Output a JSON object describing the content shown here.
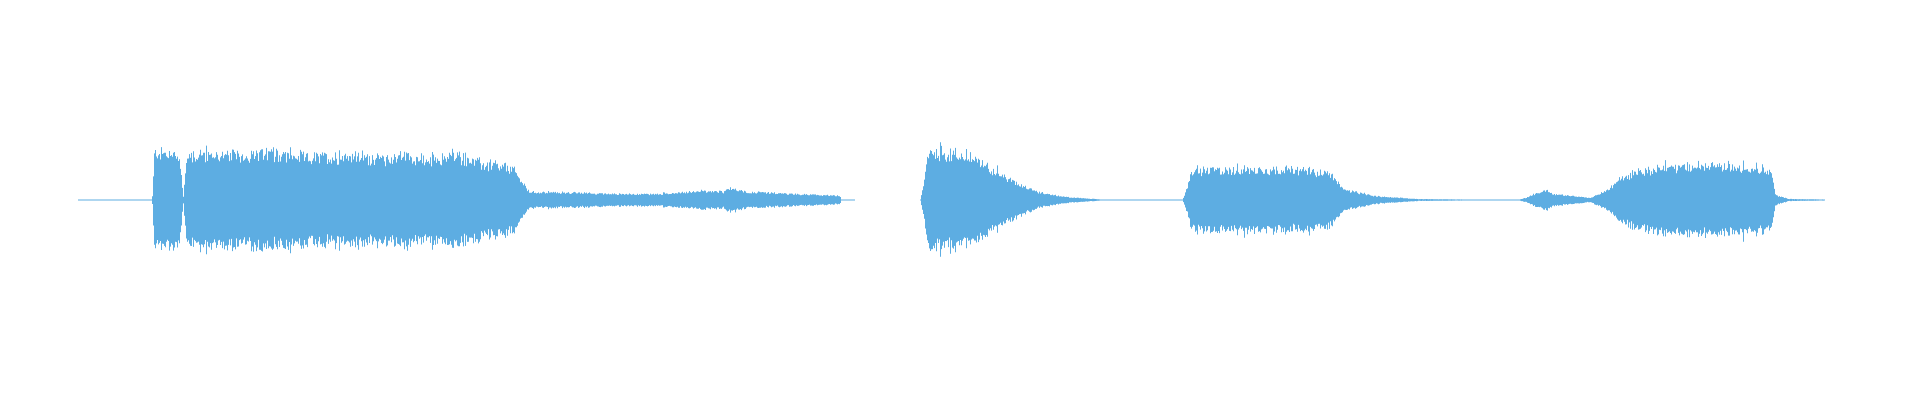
{
  "waveform": {
    "color": "#5dade2",
    "segments": [
      {
        "name": "segment-1",
        "shape": [
          [
            0.0,
            0.01
          ],
          [
            0.06,
            0.01
          ],
          [
            0.063,
            0.0
          ],
          [
            0.095,
            0.0
          ],
          [
            0.098,
            0.95
          ],
          [
            0.13,
            0.92
          ],
          [
            0.135,
            0.05
          ],
          [
            0.14,
            0.92
          ],
          [
            0.2,
            0.9
          ],
          [
            0.25,
            0.93
          ],
          [
            0.3,
            0.85
          ],
          [
            0.35,
            0.9
          ],
          [
            0.4,
            0.82
          ],
          [
            0.42,
            0.92
          ],
          [
            0.45,
            0.78
          ],
          [
            0.48,
            0.9
          ],
          [
            0.5,
            0.84
          ],
          [
            0.52,
            0.72
          ],
          [
            0.56,
            0.62
          ],
          [
            0.58,
            0.16
          ],
          [
            0.65,
            0.14
          ],
          [
            0.7,
            0.12
          ],
          [
            0.75,
            0.12
          ],
          [
            0.8,
            0.18
          ],
          [
            0.83,
            0.16
          ],
          [
            0.84,
            0.24
          ],
          [
            0.86,
            0.16
          ],
          [
            0.92,
            0.12
          ],
          [
            0.97,
            0.09
          ],
          [
            0.98,
            0.08
          ],
          [
            0.982,
            0.01
          ],
          [
            1.0,
            0.01
          ]
        ]
      },
      {
        "name": "segment-2",
        "shape": [
          [
            0.0,
            0.0
          ],
          [
            0.01,
            0.98
          ],
          [
            0.05,
            0.9
          ],
          [
            0.08,
            0.62
          ],
          [
            0.1,
            0.4
          ],
          [
            0.13,
            0.16
          ],
          [
            0.16,
            0.06
          ],
          [
            0.2,
            0.01
          ],
          [
            0.29,
            0.01
          ],
          [
            0.3,
            0.56
          ],
          [
            0.32,
            0.6
          ],
          [
            0.38,
            0.62
          ],
          [
            0.42,
            0.6
          ],
          [
            0.45,
            0.56
          ],
          [
            0.47,
            0.2
          ],
          [
            0.5,
            0.08
          ],
          [
            0.55,
            0.02
          ],
          [
            0.6,
            0.01
          ],
          [
            0.64,
            0.0
          ],
          [
            0.66,
            0.0
          ],
          [
            0.67,
            0.05
          ],
          [
            0.69,
            0.2
          ],
          [
            0.7,
            0.12
          ],
          [
            0.72,
            0.08
          ],
          [
            0.74,
            0.04
          ],
          [
            0.75,
            0.12
          ],
          [
            0.76,
            0.2
          ],
          [
            0.77,
            0.38
          ],
          [
            0.79,
            0.56
          ],
          [
            0.82,
            0.66
          ],
          [
            0.86,
            0.68
          ],
          [
            0.9,
            0.68
          ],
          [
            0.93,
            0.64
          ],
          [
            0.94,
            0.55
          ],
          [
            0.945,
            0.1
          ],
          [
            0.96,
            0.02
          ],
          [
            1.0,
            0.01
          ]
        ]
      }
    ]
  }
}
